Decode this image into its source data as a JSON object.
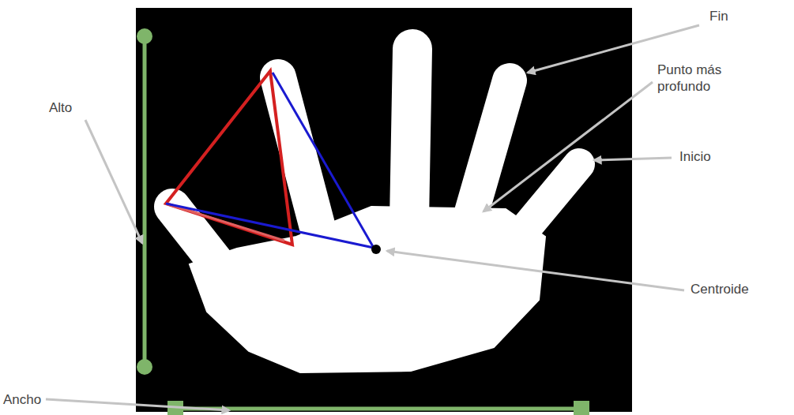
{
  "diagram": {
    "labels": [
      "Fin",
      "Punto más profundo",
      "Inicio",
      "Centroide",
      "Alto",
      "Ancho"
    ]
  }
}
